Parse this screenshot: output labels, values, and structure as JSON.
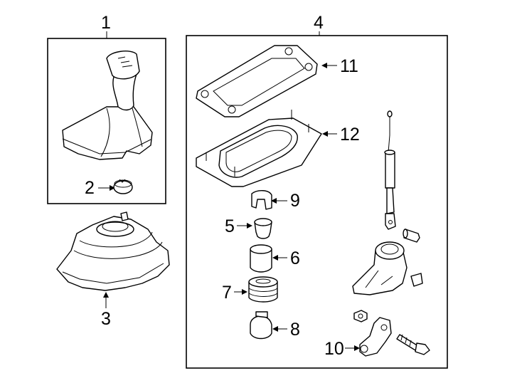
{
  "callouts": {
    "c1": "1",
    "c2": "2",
    "c3": "3",
    "c4": "4",
    "c5": "5",
    "c6": "6",
    "c7": "7",
    "c8": "8",
    "c9": "9",
    "c10": "10",
    "c11": "11",
    "c12": "12"
  },
  "icons": {
    "shift-knob-boot": "shift-knob-with-boot-icon",
    "retainer-ring": "retainer-ring-icon",
    "outer-boot": "outer-boot-icon",
    "upper-plate": "upper-plate-icon",
    "seal-plate": "seal-plate-icon",
    "shift-lever": "shift-lever-icon",
    "housing": "shifter-housing-icon"
  }
}
